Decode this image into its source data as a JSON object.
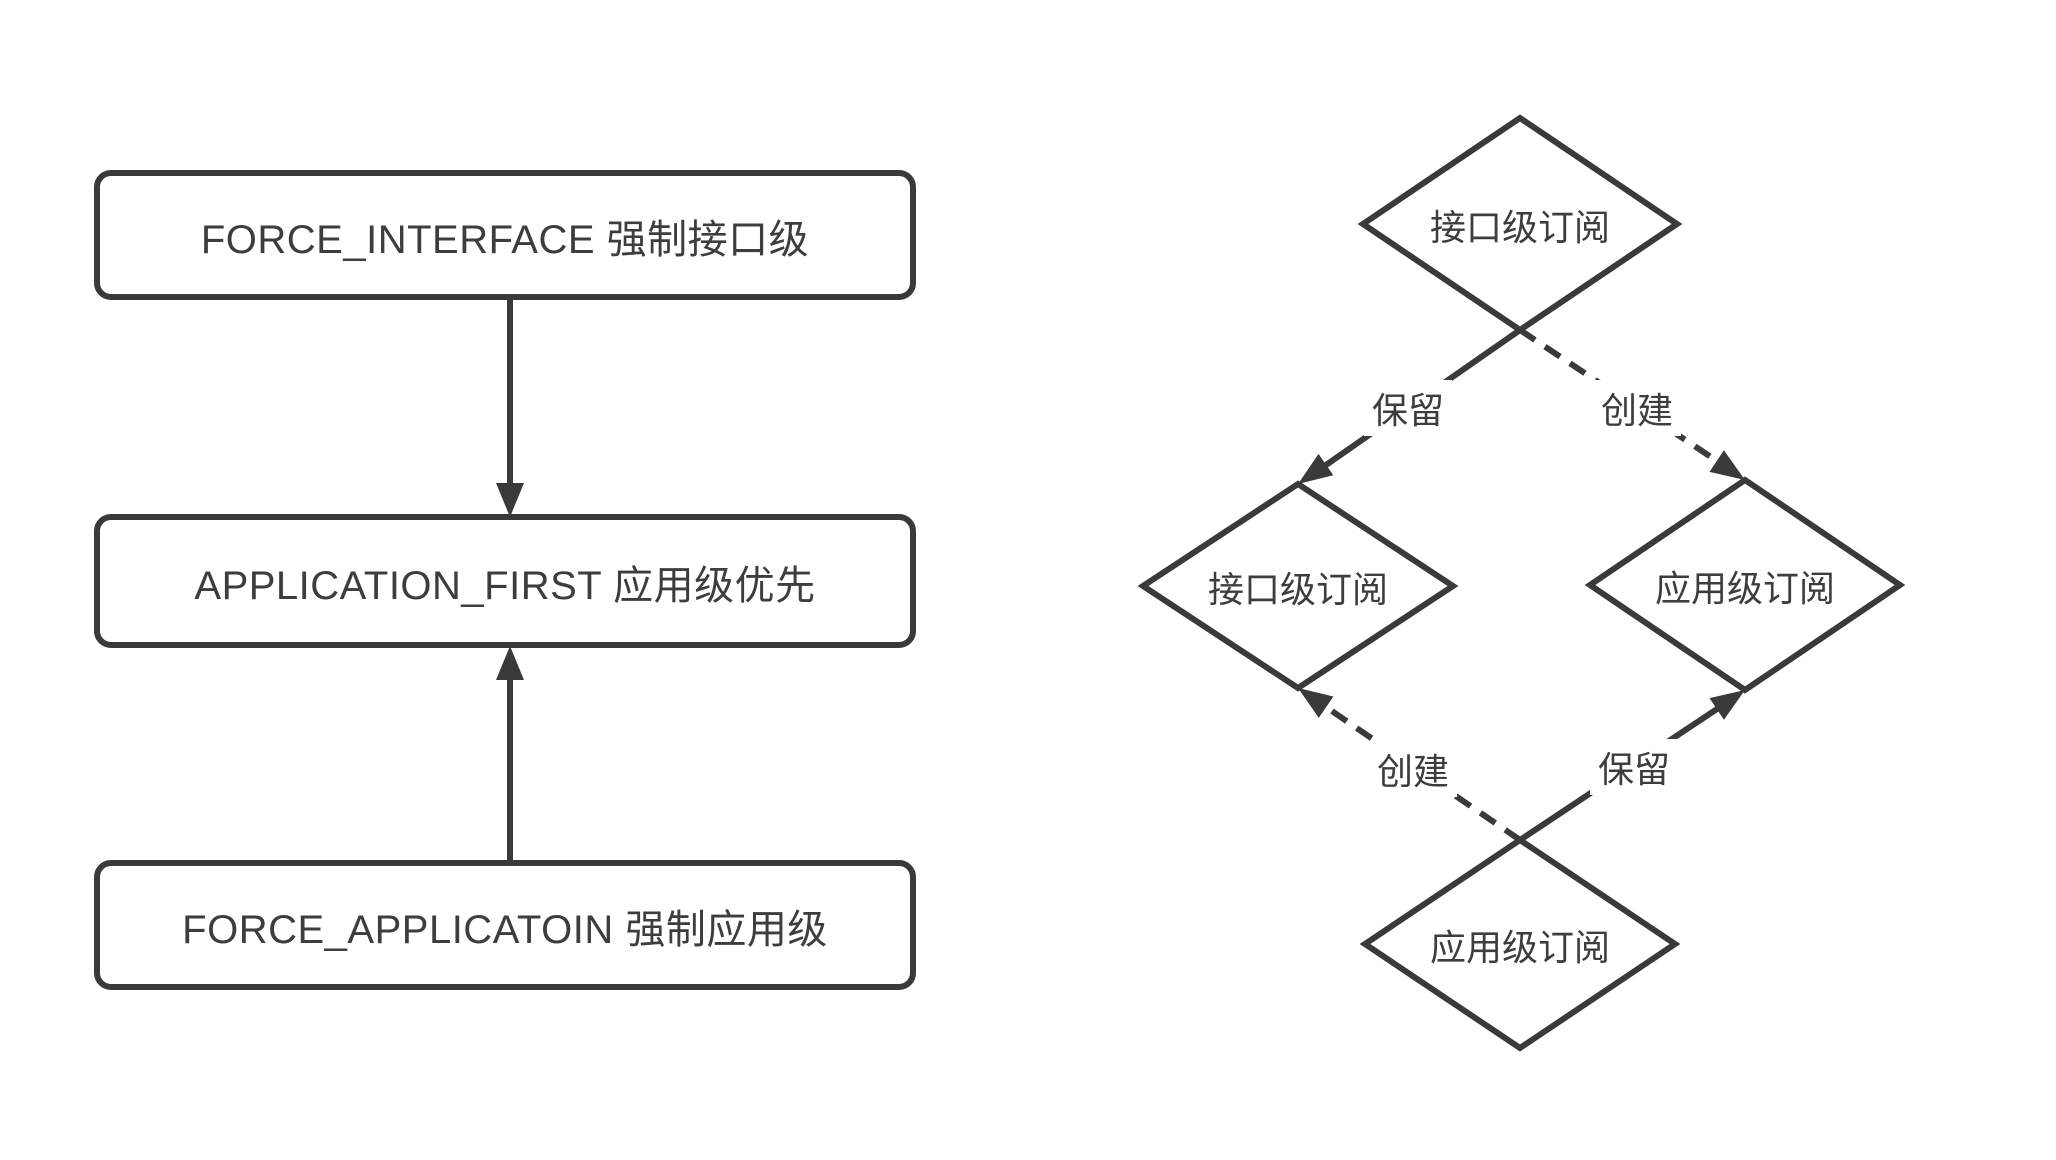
{
  "diagram": {
    "background": "#ffffff",
    "stroke_color": "#3a3a3a",
    "text_color": "#3d3d3d",
    "left_flow": {
      "nodes": [
        {
          "id": "force_interface",
          "label": "FORCE_INTERFACE 强制接口级"
        },
        {
          "id": "application_first",
          "label": "APPLICATION_FIRST 应用级优先"
        },
        {
          "id": "force_applicatoin",
          "label": "FORCE_APPLICATOIN 强制应用级"
        }
      ],
      "connectors": [
        {
          "from": "force_interface",
          "to": "application_first",
          "style": "solid",
          "direction": "down"
        },
        {
          "from": "force_applicatoin",
          "to": "application_first",
          "style": "solid",
          "direction": "up"
        }
      ]
    },
    "right_graph": {
      "nodes": [
        {
          "id": "top",
          "label": "接口级订阅"
        },
        {
          "id": "mid_left",
          "label": "接口级订阅"
        },
        {
          "id": "mid_right",
          "label": "应用级订阅"
        },
        {
          "id": "bottom",
          "label": "应用级订阅"
        }
      ],
      "edges": [
        {
          "from": "top",
          "to": "mid_left",
          "label": "保留",
          "style": "solid"
        },
        {
          "from": "top",
          "to": "mid_right",
          "label": "创建",
          "style": "dashed"
        },
        {
          "from": "bottom",
          "to": "mid_left",
          "label": "创建",
          "style": "dashed"
        },
        {
          "from": "bottom",
          "to": "mid_right",
          "label": "保留",
          "style": "solid"
        }
      ]
    }
  }
}
